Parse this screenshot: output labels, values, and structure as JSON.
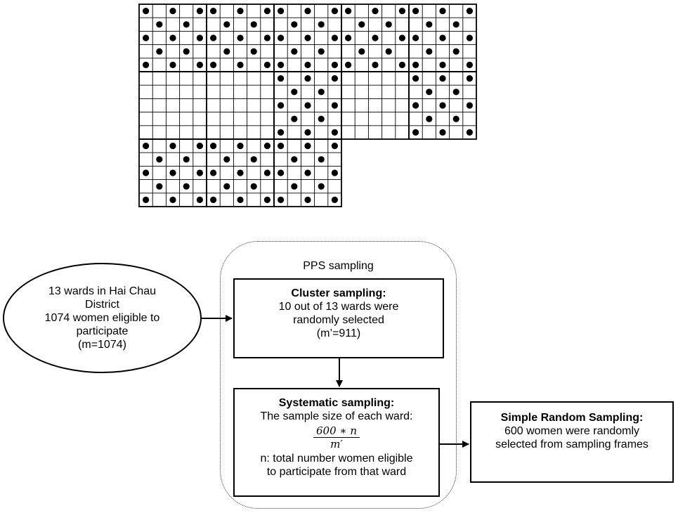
{
  "pps": {
    "title": "PPS sampling"
  },
  "ellipse": {
    "lines": [
      "13 wards in Hai Chau",
      "District",
      "1074 women eligible to",
      "participate",
      "(m=1074)"
    ]
  },
  "cluster": {
    "heading": "Cluster sampling:",
    "lines": [
      "10 out of 13 wards were",
      "randomly selected",
      "(m’=911)"
    ]
  },
  "systematic": {
    "heading": "Systematic sampling:",
    "line1": "The sample size of each ward:",
    "numerator": "600 ∗ n",
    "denominator": "m′",
    "lines": [
      "n: total number women eligible",
      "to participate from that ward"
    ]
  },
  "simple": {
    "heading": "Simple Random Sampling:",
    "lines": [
      "600 women were randomly",
      "selected from sampling frames"
    ]
  },
  "grid": {
    "filled_wards": [
      [
        0,
        0
      ],
      [
        1,
        0
      ],
      [
        2,
        0
      ],
      [
        3,
        0
      ],
      [
        4,
        0
      ],
      [
        2,
        1
      ],
      [
        4,
        1
      ],
      [
        0,
        2
      ],
      [
        1,
        2
      ],
      [
        2,
        2
      ]
    ],
    "empty_wards": [
      [
        0,
        1
      ],
      [
        1,
        1
      ],
      [
        3,
        1
      ]
    ]
  }
}
